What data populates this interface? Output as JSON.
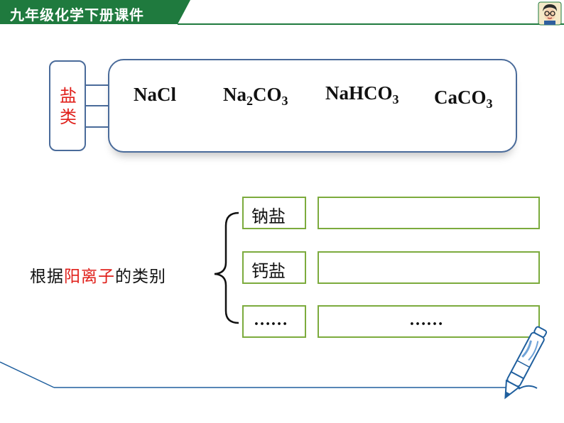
{
  "header": {
    "title": "九年级化学下册课件"
  },
  "salt_category": {
    "label_line1": "盐",
    "label_line2": "类"
  },
  "formulas": [
    {
      "main": "NaCl",
      "sub": "",
      "tail": ""
    },
    {
      "main": "Na",
      "sub": "2",
      "tail": "CO",
      "sub2": "3"
    },
    {
      "main": "NaHCO",
      "sub": "3"
    },
    {
      "main": "CaCO",
      "sub": "3"
    }
  ],
  "classification": {
    "prefix": "根据",
    "highlight": "阳离子",
    "suffix": "的类别",
    "rows": [
      {
        "label": "钠盐",
        "answer": ""
      },
      {
        "label": "钙盐",
        "answer": ""
      },
      {
        "label": "……",
        "answer": "……"
      }
    ]
  },
  "colors": {
    "header_green": "#1f7a3e",
    "accent_red": "#e0201b",
    "box_green": "#7cab3d",
    "box_blue": "#4a6b9a"
  }
}
